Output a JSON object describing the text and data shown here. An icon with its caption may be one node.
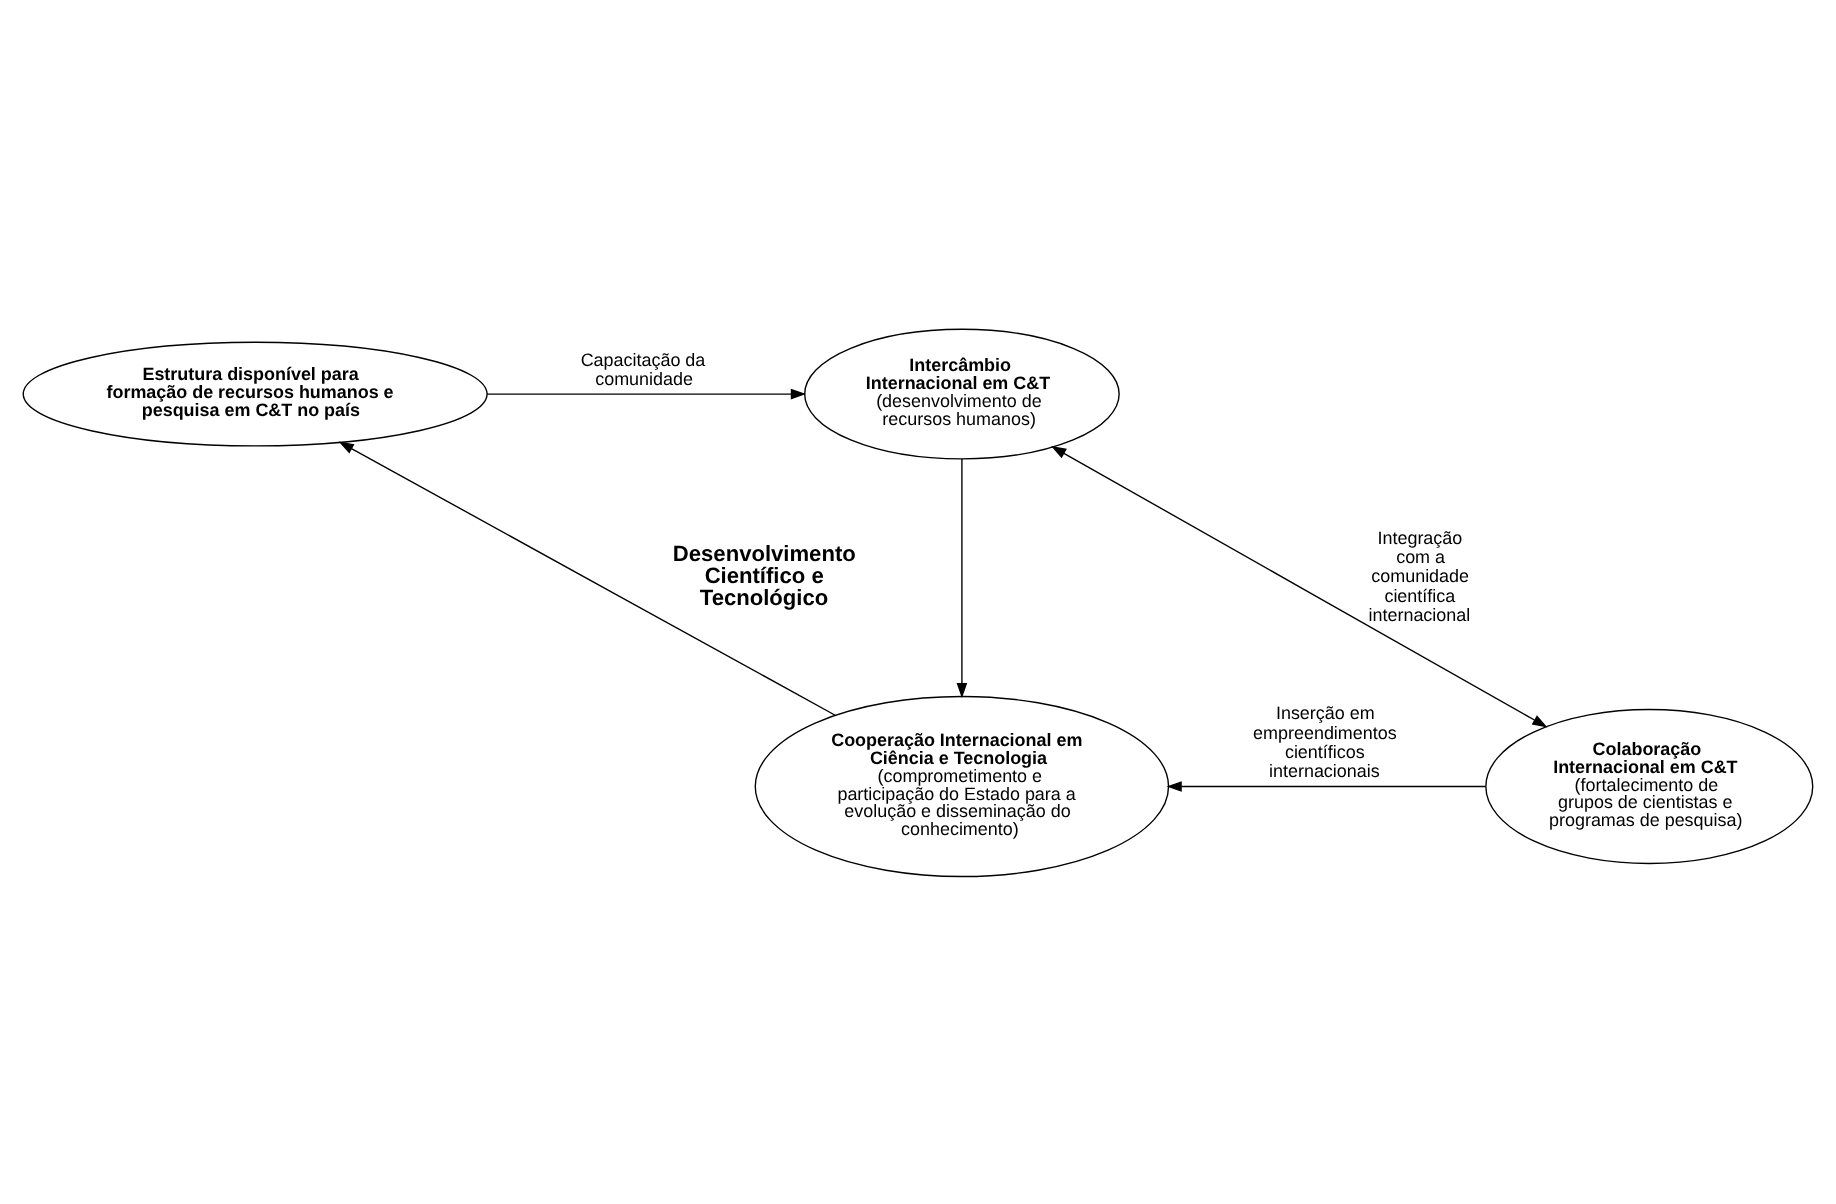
{
  "diagram": {
    "nodes": [
      {
        "text": [
          "Estrutura disponível para formação de recursos humanos e pesquisa em C&T no país"
        ]
      },
      {
        "text": [
          "Intercâmbio Internacional em C&T",
          "(desenvolvimento de recursos humanos)"
        ]
      },
      {
        "text": [
          "Colaboração Internacional em C&T",
          "(fortalecimento de grupos de cientistas e programas de pesquisa)"
        ]
      },
      {
        "text": [
          "Cooperação Internacional em Ciência e Tecnologia",
          "(comprometimento e participação do Estado para a evolução e disseminação do conhecimento)"
        ]
      }
    ],
    "edges": [
      {
        "from": 0,
        "to": 1,
        "arrow": "to",
        "label": "Capacitação da comunidade"
      },
      {
        "from": 1,
        "to": 2,
        "arrow": "both",
        "label": "Integração com a comunidade científica internacional"
      },
      {
        "from": 1,
        "to": 3,
        "arrow": "to"
      },
      {
        "from": 2,
        "to": 3,
        "arrow": "to",
        "label": "Inserção em empreendimentos científicos internacionais"
      },
      {
        "from": 3,
        "to": 0,
        "arrow": "to",
        "label": "Desenvolvimento Científico e Tecnológico"
      }
    ]
  }
}
